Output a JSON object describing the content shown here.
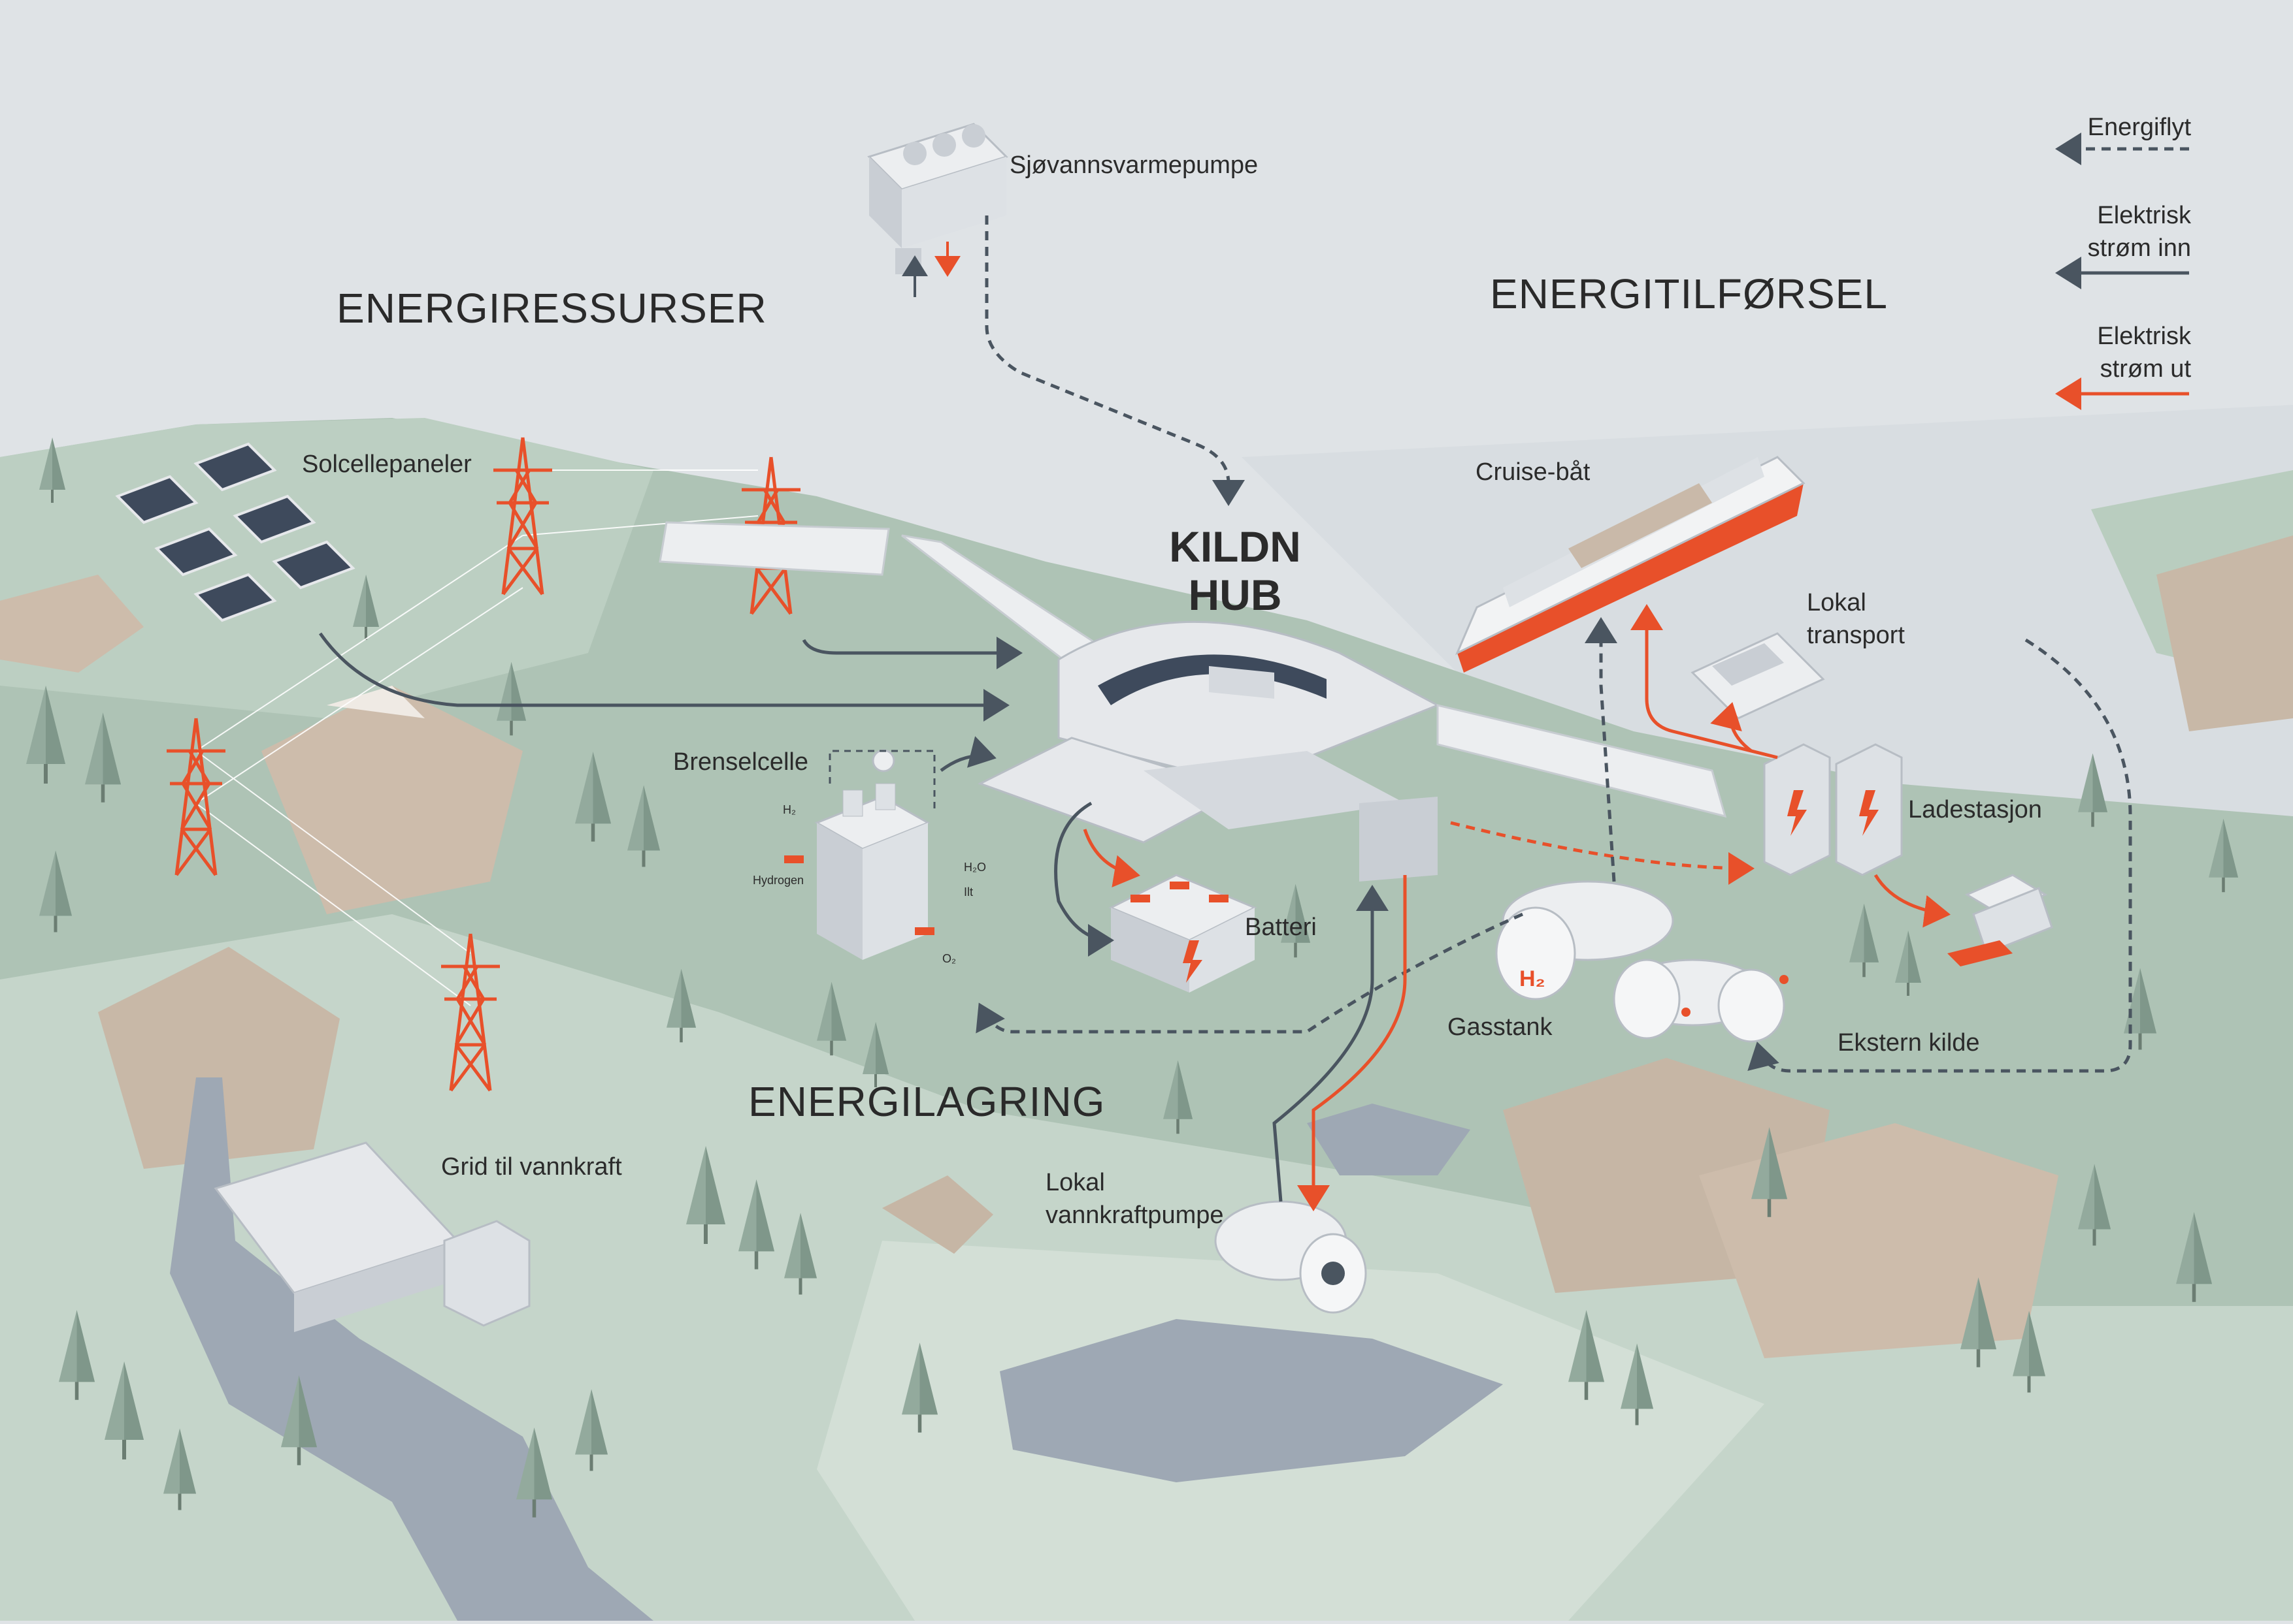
{
  "hub": {
    "line1": "KILDN",
    "line2": "HUB"
  },
  "sections": {
    "resources": "ENERGIRESSURSER",
    "supply": "ENERGITILFØRSEL",
    "storage": "ENERGILAGRING"
  },
  "components": {
    "heat_pump": "Sjøvannsvarmepumpe",
    "solar": "Solcellepaneler",
    "fuel_cell": "Brenselcelle",
    "battery": "Batteri",
    "grid": "Grid til vannkraft",
    "hydro_pump_1": "Lokal",
    "hydro_pump_2": "vannkraftpumpe",
    "cruise": "Cruise-båt",
    "local_transport_1": "Lokal",
    "local_transport_2": "transport",
    "charging": "Ladestasjon",
    "gas_tank": "Gasstank",
    "external_source": "Ekstern kilde"
  },
  "fuel_cell_labels": {
    "h2": "H₂",
    "hydrogen": "Hydrogen",
    "h2o": "H₂O",
    "ilt": "Ilt",
    "o2": "O₂"
  },
  "gas_tank_symbol": "H₂",
  "legend": {
    "flow": "Energiflyt",
    "in_1": "Elektrisk",
    "in_2": "strøm inn",
    "out_1": "Elektrisk",
    "out_2": "strøm ut"
  },
  "colors": {
    "sky": "#dfe3e6",
    "land": "#a9bfb0",
    "land_light": "#c3d4c8",
    "rock": "#c9b9a9",
    "water": "#9ca6b3",
    "building": "#e6e8eb",
    "accent_orange": "#e8502a",
    "flow_dark": "#4a5560",
    "tree": "#8fa69a"
  }
}
